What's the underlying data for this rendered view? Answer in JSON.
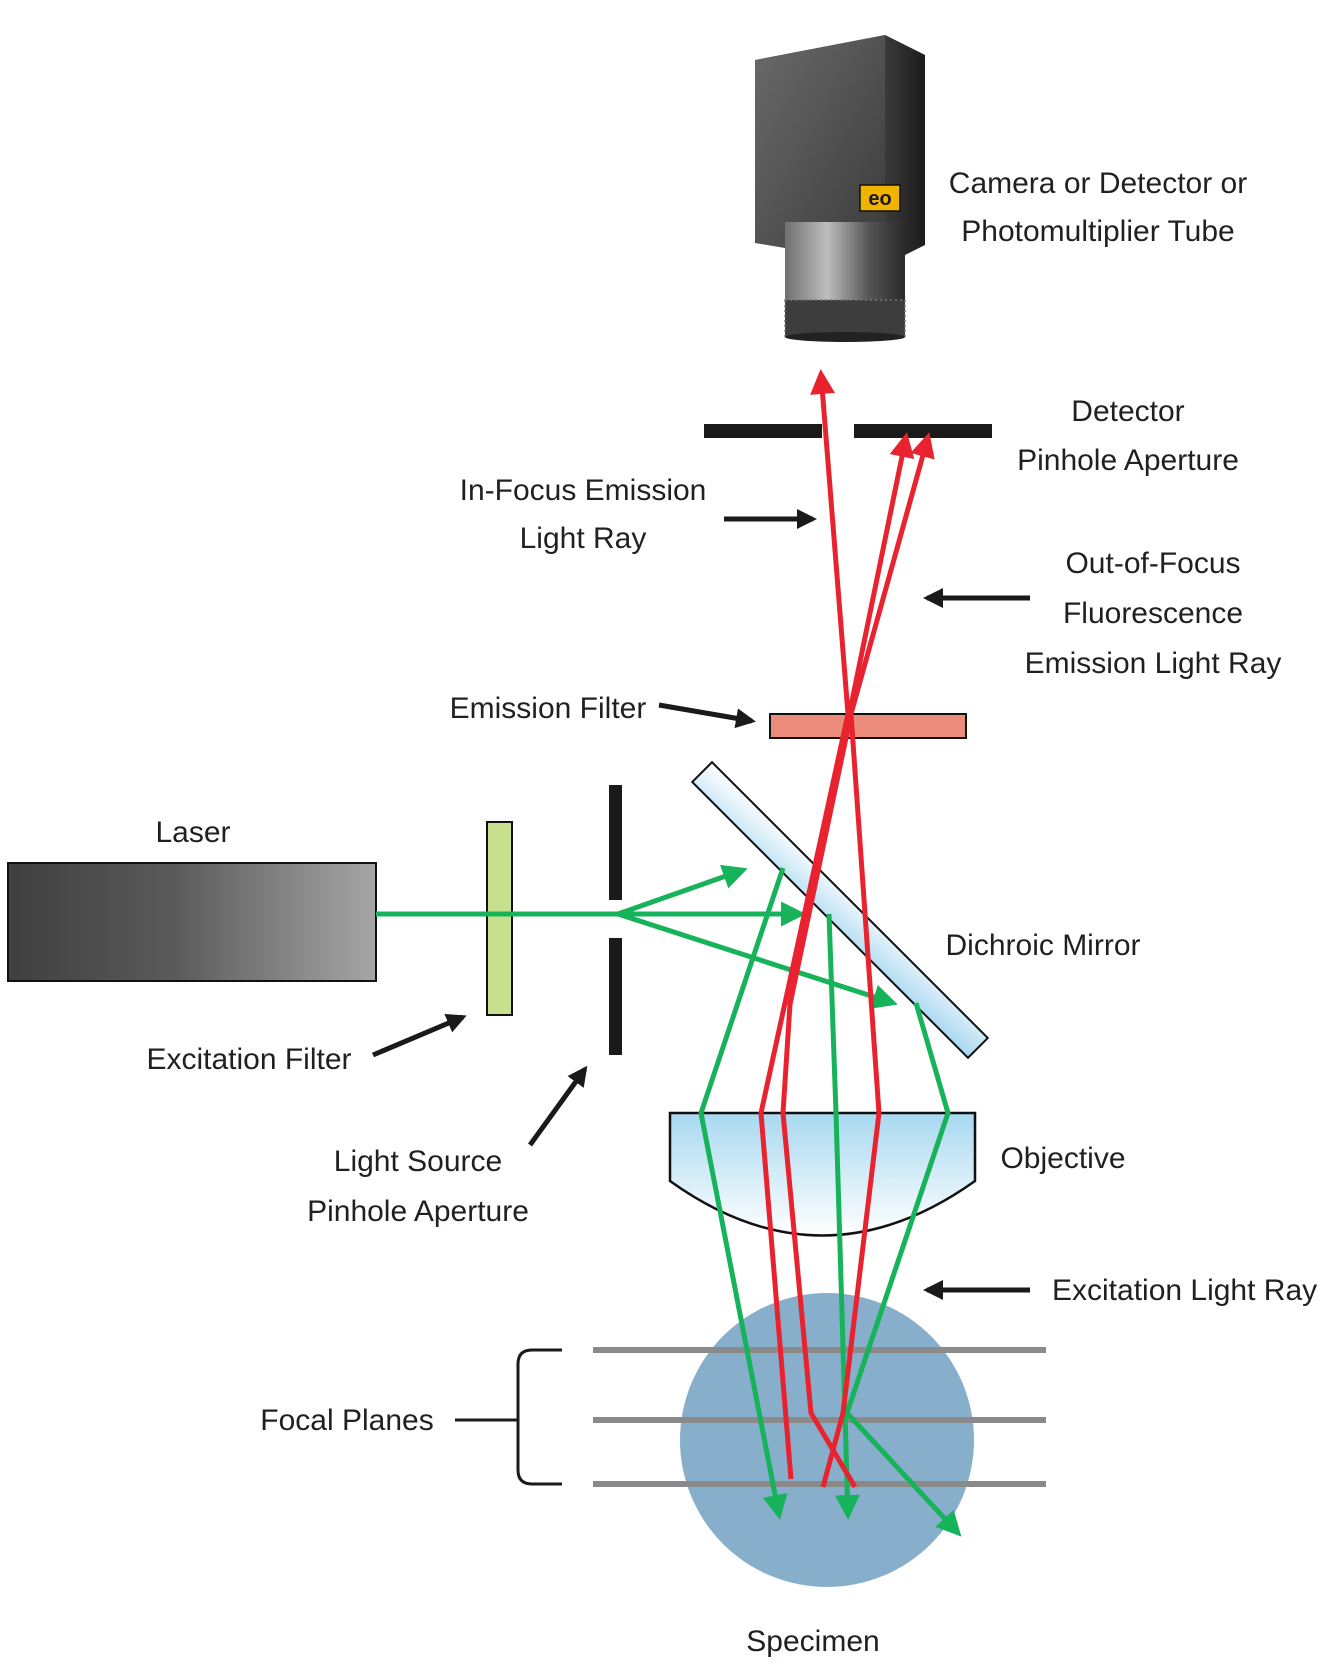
{
  "labels": {
    "camera": [
      "Camera or Detector or",
      "Photomultiplier Tube"
    ],
    "detector_pinhole": [
      "Detector",
      "Pinhole Aperture"
    ],
    "in_focus_ray": [
      "In-Focus Emission",
      "Light Ray"
    ],
    "out_of_focus_ray": [
      "Out-of-Focus",
      "Fluorescence",
      "Emission Light Ray"
    ],
    "emission_filter": "Emission Filter",
    "laser": "Laser",
    "dichroic_mirror": "Dichroic Mirror",
    "excitation_filter": "Excitation Filter",
    "light_source_pinhole": [
      "Light Source",
      "Pinhole Aperture"
    ],
    "objective": "Objective",
    "excitation_ray": "Excitation Light Ray",
    "focal_planes": "Focal Planes",
    "specimen": "Specimen"
  },
  "camera_logo": "eo",
  "colors": {
    "excitation_light": "#17b35a",
    "emission_light": "#e8232f",
    "emission_filter": "#eb8c7c",
    "excitation_filter": "#c8e08e",
    "specimen": "#87aecb",
    "focal_plane": "#8a8a8a",
    "aperture": "#1a1a1a",
    "camera_logo": "#f0b400"
  }
}
